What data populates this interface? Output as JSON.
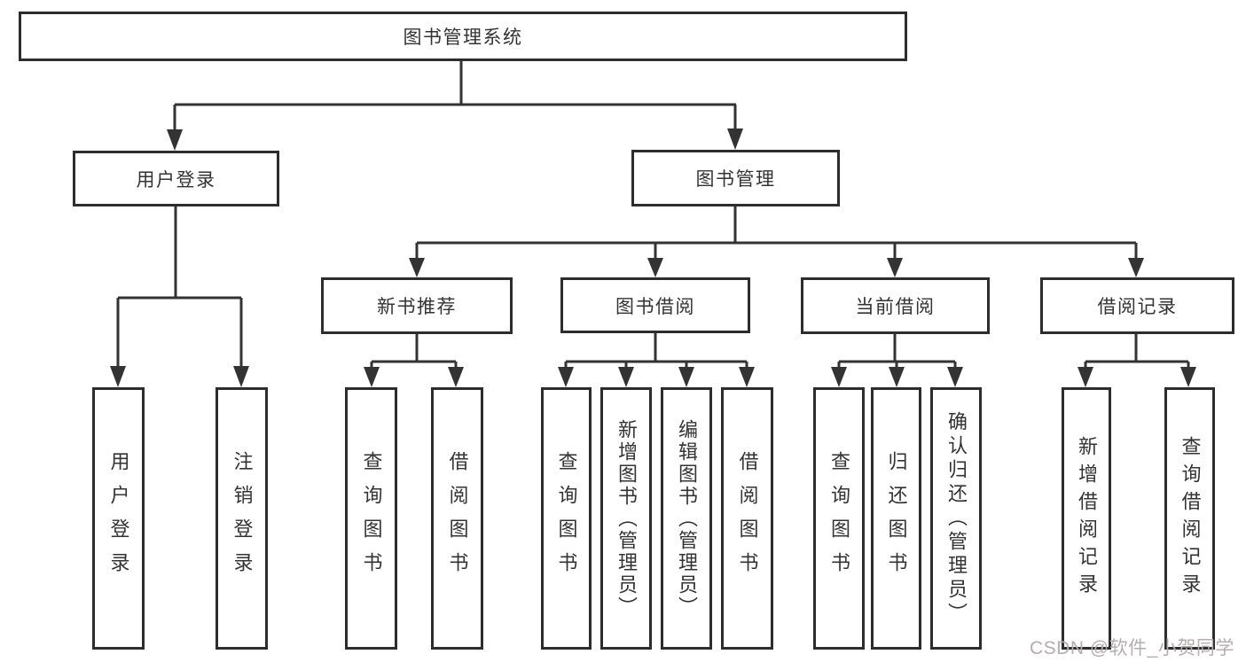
{
  "diagram": {
    "root": {
      "label": "图书管理系统",
      "children": [
        {
          "label": "用户登录",
          "children": [
            {
              "label": "用户登录"
            },
            {
              "label": "注销登录"
            }
          ]
        },
        {
          "label": "图书管理",
          "children": [
            {
              "label": "新书推荐",
              "children": [
                {
                  "label": "查询图书"
                },
                {
                  "label": "借阅图书"
                }
              ]
            },
            {
              "label": "图书借阅",
              "children": [
                {
                  "label": "查询图书"
                },
                {
                  "label": "新增图书（管理员）"
                },
                {
                  "label": "编辑图书（管理员）"
                },
                {
                  "label": "借阅图书"
                }
              ]
            },
            {
              "label": "当前借阅",
              "children": [
                {
                  "label": "查询图书"
                },
                {
                  "label": "归还图书"
                },
                {
                  "label": "确认归还（管理员）"
                }
              ]
            },
            {
              "label": "借阅记录",
              "children": [
                {
                  "label": "新增借阅记录"
                },
                {
                  "label": "查询借阅记录"
                }
              ]
            }
          ]
        }
      ]
    },
    "colors": {
      "line": "#333333",
      "box_border": "#2d2d2d",
      "text": "#333333",
      "watermark": "#b5adae"
    }
  },
  "watermark": {
    "text": "CSDN @软件_小贺同学"
  }
}
